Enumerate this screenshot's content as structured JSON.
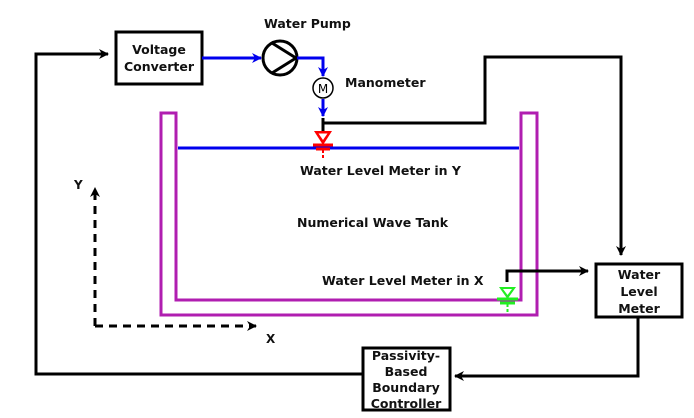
{
  "title": "Numerical Wave Tank control loop",
  "colors": {
    "tank_wall": "#b01eb0",
    "water_surface": "#0000ee",
    "hydraulic_line": "#0000ee",
    "signal_line": "#000000",
    "sensor_y": "#ff0000",
    "sensor_x": "#22ee22"
  },
  "blocks": {
    "voltage_converter": [
      "Voltage",
      "Converter"
    ],
    "water_level_meter": [
      "Water",
      "Level",
      "Meter"
    ],
    "controller": [
      "Passivity-",
      "Based",
      "Boundary",
      "Controller"
    ]
  },
  "labels": {
    "water_pump": "Water Pump",
    "manometer": "Manometer",
    "manometer_symbol": "M",
    "meter_y": "Water Level Meter in Y",
    "tank": "Numerical Wave Tank",
    "meter_x": "Water Level Meter in X"
  },
  "axes": {
    "x": "X",
    "y": "Y"
  },
  "icons": {
    "pump": "pump-icon",
    "manometer": "manometer-icon",
    "sensor_y": "water-level-sensor-icon",
    "sensor_x": "water-level-sensor-icon"
  }
}
